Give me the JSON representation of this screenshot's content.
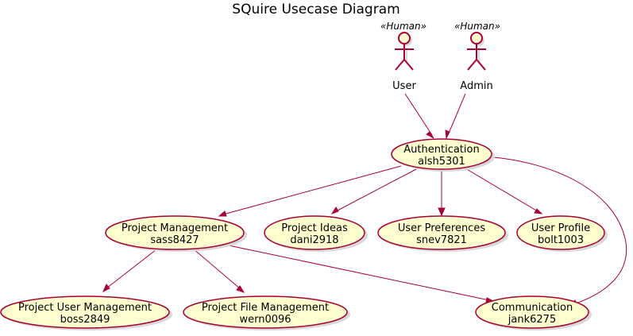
{
  "diagram": {
    "title": "SQuire Usecase Diagram",
    "actors": [
      {
        "id": "user",
        "name": "User",
        "stereotype": "«Human»"
      },
      {
        "id": "admin",
        "name": "Admin",
        "stereotype": "«Human»"
      }
    ],
    "usecases": [
      {
        "id": "auth",
        "line1": "Authentication",
        "line2": "alsh5301"
      },
      {
        "id": "pm",
        "line1": "Project Management",
        "line2": "sass8427"
      },
      {
        "id": "pi",
        "line1": "Project Ideas",
        "line2": "dani2918"
      },
      {
        "id": "up",
        "line1": "User Preferences",
        "line2": "snev7821"
      },
      {
        "id": "prof",
        "line1": "User Profile",
        "line2": "bolt1003"
      },
      {
        "id": "pum",
        "line1": "Project User Management",
        "line2": "boss2849"
      },
      {
        "id": "pfm",
        "line1": "Project File Management",
        "line2": "wern0096"
      },
      {
        "id": "comm",
        "line1": "Communication",
        "line2": "jank6275"
      }
    ],
    "relations": [
      {
        "from": "user",
        "to": "auth"
      },
      {
        "from": "admin",
        "to": "auth"
      },
      {
        "from": "auth",
        "to": "pm"
      },
      {
        "from": "auth",
        "to": "pi"
      },
      {
        "from": "auth",
        "to": "up"
      },
      {
        "from": "auth",
        "to": "prof"
      },
      {
        "from": "auth",
        "to": "comm"
      },
      {
        "from": "pm",
        "to": "pum"
      },
      {
        "from": "pm",
        "to": "pfm"
      },
      {
        "from": "pm",
        "to": "comm"
      }
    ],
    "colors": {
      "usecase_fill": "#FEFECE",
      "border": "#A80036",
      "arrow": "#A80036"
    }
  }
}
